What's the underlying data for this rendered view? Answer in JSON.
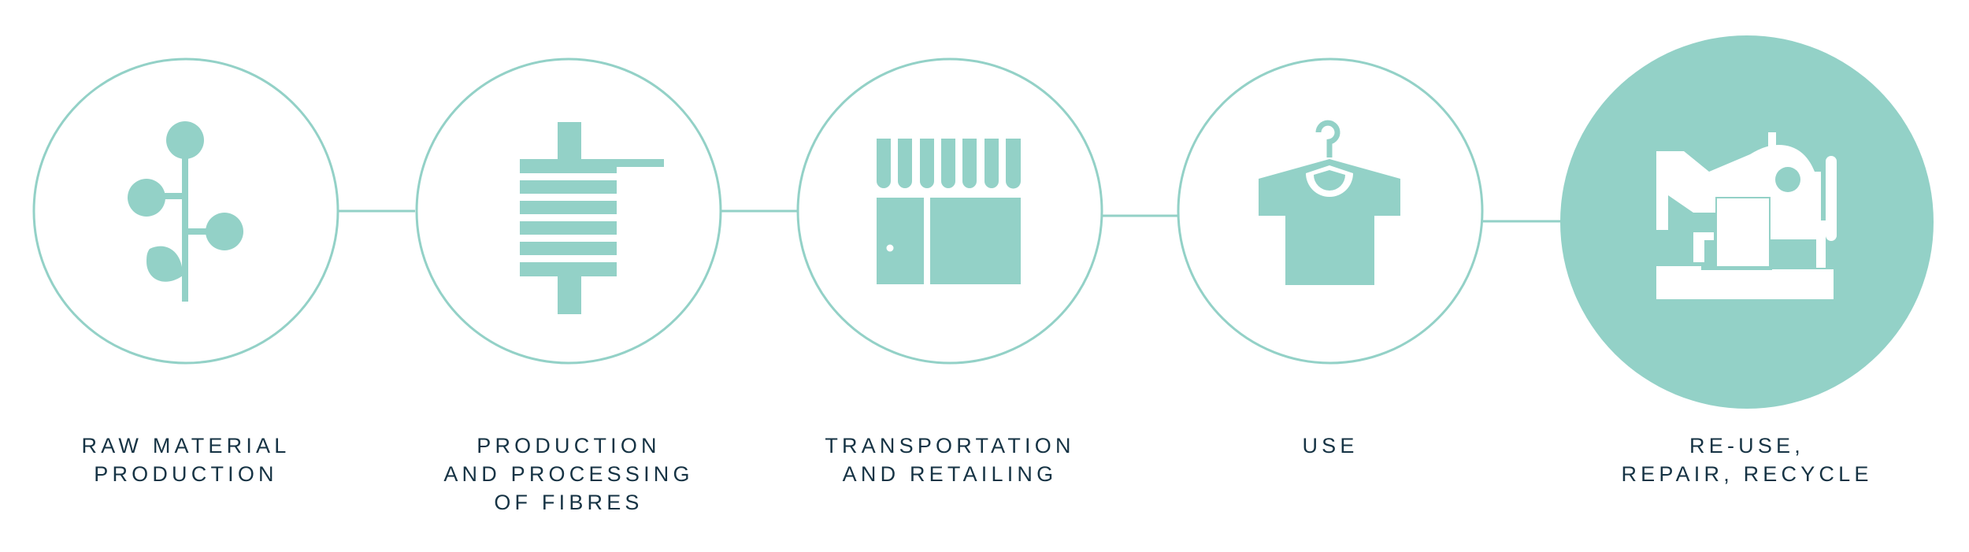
{
  "colors": {
    "accent": "#93d1c7",
    "text": "#163344",
    "background": "#ffffff"
  },
  "stages": [
    {
      "icon": "plant-branch-icon",
      "label_lines": [
        "RAW MATERIAL",
        "PRODUCTION"
      ]
    },
    {
      "icon": "thread-spool-icon",
      "label_lines": [
        "PRODUCTION",
        "AND PROCESSING",
        "OF FIBRES"
      ]
    },
    {
      "icon": "storefront-icon",
      "label_lines": [
        "TRANSPORTATION",
        "AND RETAILING"
      ]
    },
    {
      "icon": "tshirt-on-hanger-icon",
      "label_lines": [
        "USE"
      ]
    },
    {
      "icon": "sewing-machine-icon",
      "label_lines": [
        "RE-USE,",
        "REPAIR, RECYCLE"
      ],
      "highlighted": true
    }
  ]
}
